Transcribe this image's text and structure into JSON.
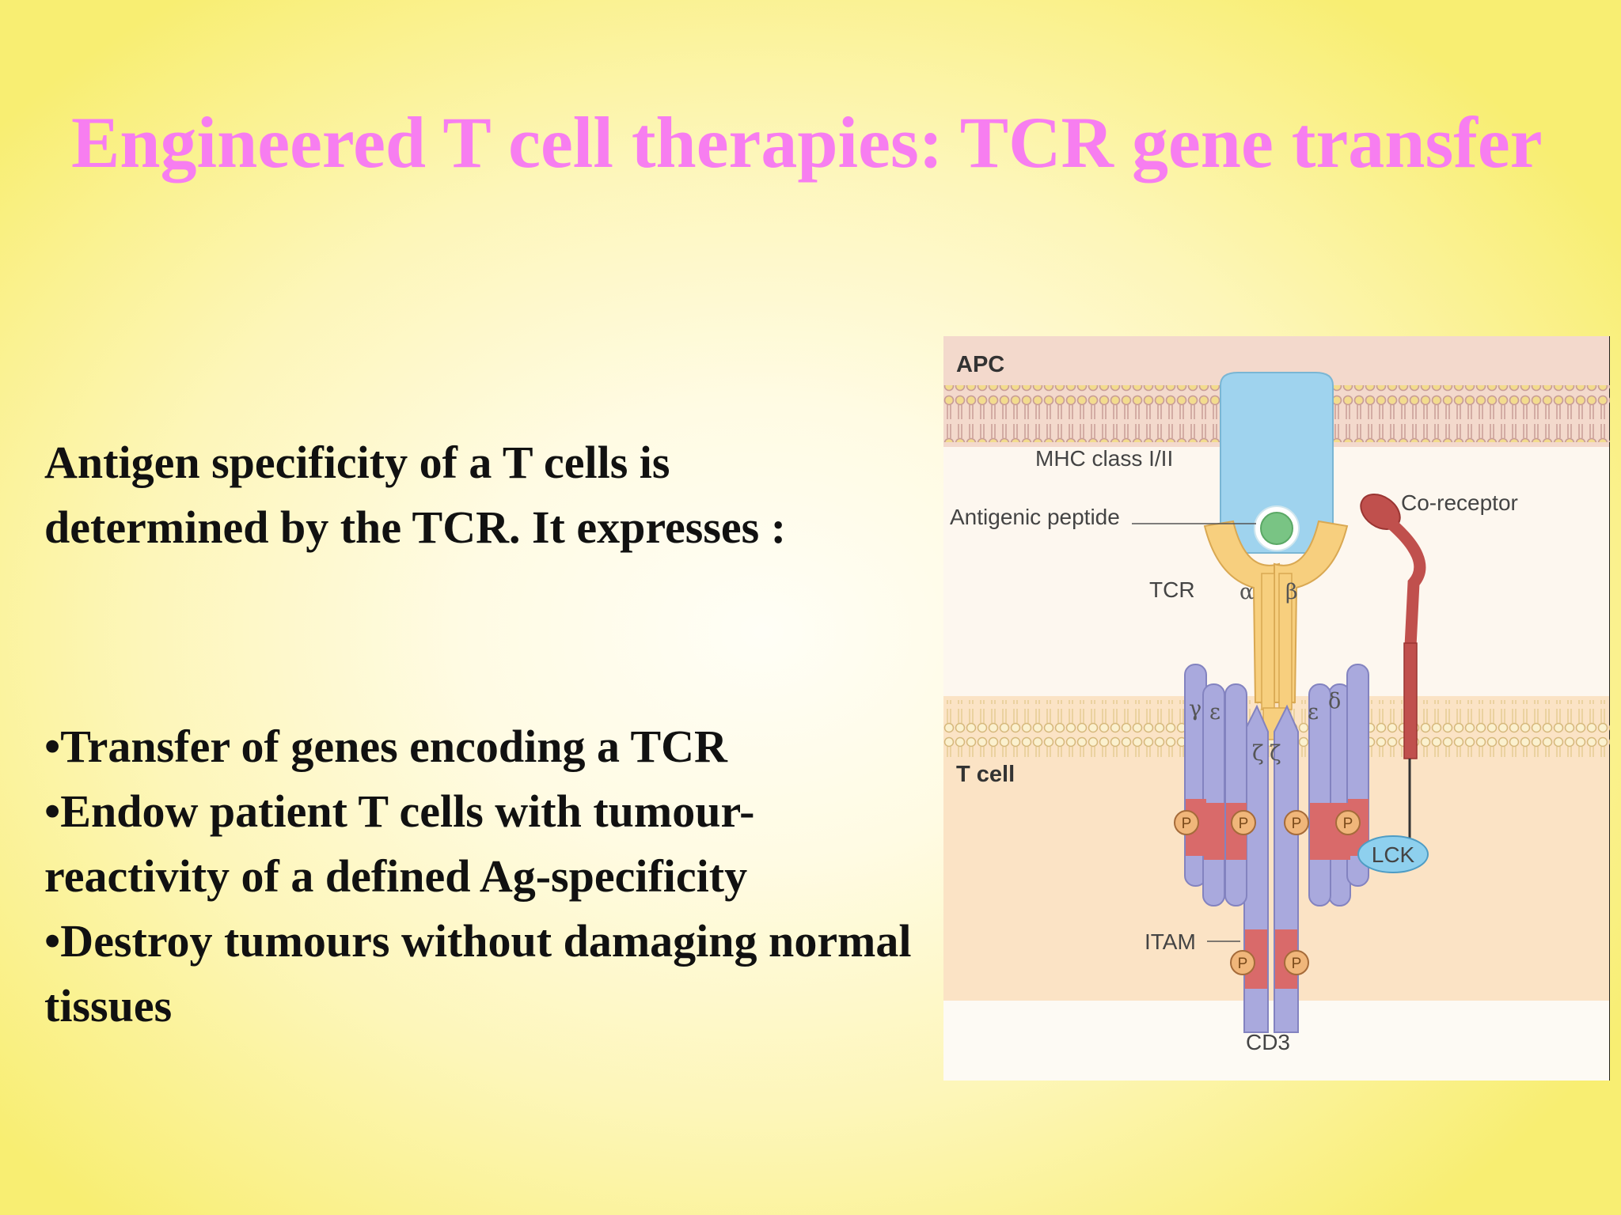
{
  "slide": {
    "title": "Engineered T cell therapies: TCR gene transfer",
    "intro": "Antigen specificity of a T cells is determined by the TCR. It expresses :",
    "bullets": [
      "•Transfer of genes encoding a TCR",
      "•Endow patient T cells with tumour-reactivity of a defined Ag-specificity",
      "•Destroy tumours without damaging normal tissues"
    ]
  },
  "diagram": {
    "labels": {
      "apc": "APC",
      "mhc": "MHC class I/II",
      "peptide": "Antigenic peptide",
      "coreceptor": "Co-receptor",
      "tcr": "TCR",
      "alpha": "α",
      "beta": "β",
      "gamma": "γ",
      "epsilon": "ε",
      "delta": "δ",
      "zeta": "ζ",
      "tcell": "T cell",
      "phospho": "P",
      "lck": "LCK",
      "itam": "ITAM",
      "cd3": "CD3"
    },
    "colors": {
      "title": "#f77ef0",
      "mhc": "#9fd3ee",
      "peptide": "#79c484",
      "tcr": "#f7cf7e",
      "cd3": "#a9a9dd",
      "itam": "#d96a6a",
      "coreceptor": "#c0504d",
      "lck": "#8ed0ee",
      "apc_bg": "#f3d9cc",
      "tcell_bg": "#fbe3c5"
    }
  }
}
